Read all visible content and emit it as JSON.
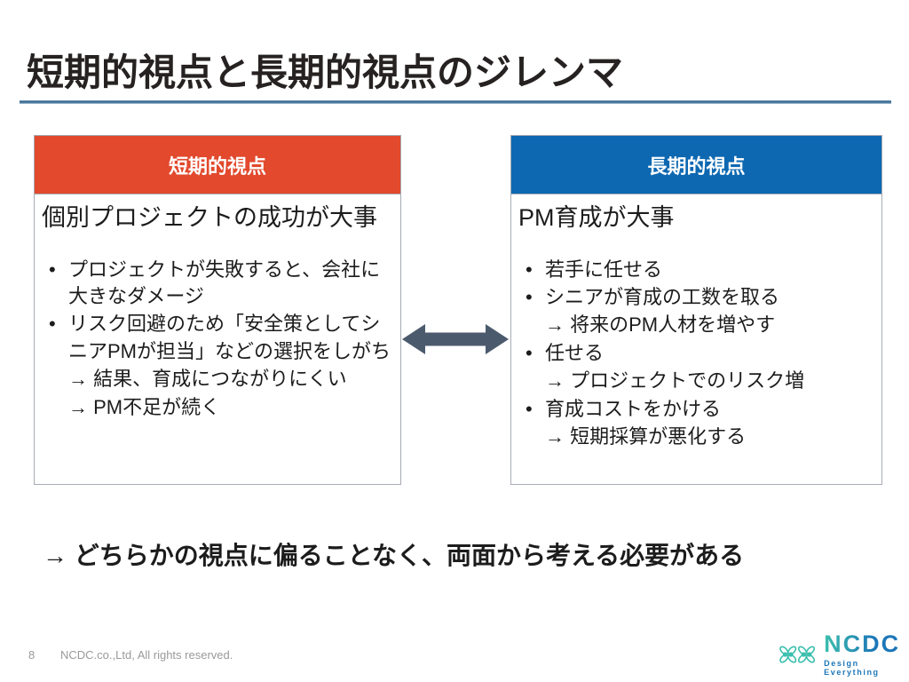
{
  "glyphs": {
    "bullet": "•"
  },
  "colors": {
    "short_term_header": "#E2492D",
    "long_term_header": "#0D68B1",
    "arrow": "#4C5A6D",
    "title_text": "#272222",
    "body_text": "#1C1C1C",
    "box_border": "#A6ABB4",
    "rule_blue": "#2E5E85",
    "footer_text": "#9A9A9A",
    "logo_teal": "#3CBFAD",
    "logo_blue": "#1D77B8"
  },
  "slide": {
    "title": "短期的視点と長期的視点のジレンマ",
    "conclusion": "→ どちらかの視点に偏ることなく、両面から考える必要がある"
  },
  "panels": {
    "short_term": {
      "header": "短期的視点",
      "lead": "個別プロジェクトの成功が大事",
      "items": [
        {
          "type": "bullet",
          "text": "プロジェクトが失敗すると、会社に大きなダメージ"
        },
        {
          "type": "bullet",
          "text": "リスク回避のため「安全策としてシニアPMが担当」などの選択をしがち"
        },
        {
          "type": "arrow",
          "text": "→ 結果、育成につながりにくい"
        },
        {
          "type": "arrow",
          "text": "→ PM不足が続く"
        }
      ]
    },
    "long_term": {
      "header": "長期的視点",
      "lead": "PM育成が大事",
      "items": [
        {
          "type": "bullet",
          "text": "若手に任せる"
        },
        {
          "type": "bullet",
          "text": "シニアが育成の工数を取る"
        },
        {
          "type": "arrow",
          "text": "→ 将来のPM人材を増やす"
        },
        {
          "type": "bullet",
          "text": "任せる"
        },
        {
          "type": "arrow",
          "text": "→ プロジェクトでのリスク増"
        },
        {
          "type": "bullet",
          "text": "育成コストをかける"
        },
        {
          "type": "arrow",
          "text": "→ 短期採算が悪化する"
        }
      ]
    }
  },
  "footer": {
    "page_number": "8",
    "copyright": "NCDC.co.,Ltd, All rights reserved."
  },
  "logo": {
    "text": "NCDC",
    "tagline": "Design Everything"
  }
}
